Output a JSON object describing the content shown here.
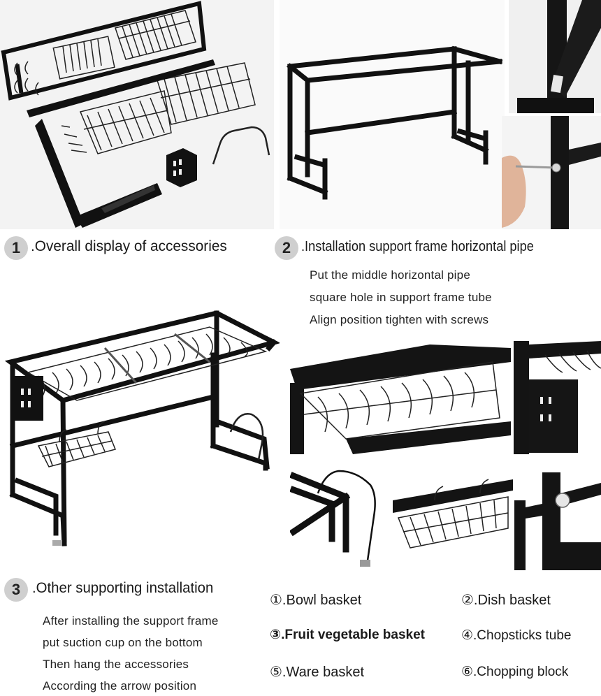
{
  "section1": {
    "number": "1",
    "title": ".Overall display of accessories"
  },
  "section2": {
    "number": "2",
    "title": ".Installation support frame horizontal pipe",
    "lines": [
      "Put the middle horizontal pipe",
      "square hole in support frame tube",
      "Align position  tighten with screws"
    ]
  },
  "section3": {
    "number": "3",
    "title": ".Other supporting installation",
    "lines": [
      "After installing the support frame",
      "put suction cup on the bottom",
      "Then hang the accessories",
      "According the arrow position"
    ]
  },
  "accessories": [
    "①.Bowl basket",
    "②.Dish basket",
    "③.Fruit vegetable basket",
    "④.Chopsticks tube",
    "⑤.Ware basket",
    "⑥.Chopping block"
  ]
}
